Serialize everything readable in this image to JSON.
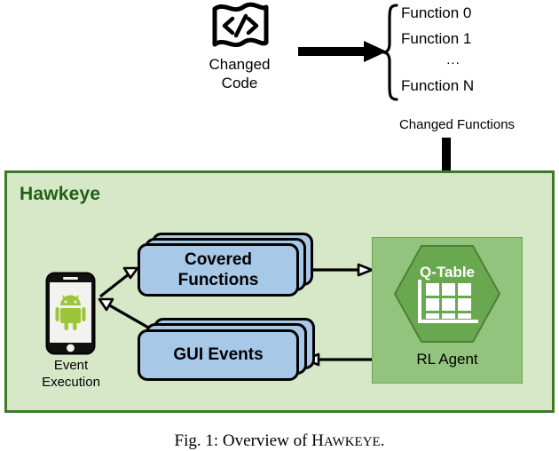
{
  "figure": {
    "caption_prefix": "Fig. 1: Overview of ",
    "caption_system_first": "H",
    "caption_system_rest": "AWKEYE",
    "caption_suffix": "."
  },
  "top": {
    "code_icon": "code-document-icon",
    "changed_code_label_line1": "Changed",
    "changed_code_label_line2": "Code",
    "arrow_right": "arrow-right-icon",
    "brace": "left-curly-brace",
    "functions": [
      "Function 0",
      "Function 1",
      "...",
      "Function N"
    ],
    "changed_functions_label": "Changed Functions",
    "arrow_down": "arrow-down-icon"
  },
  "hawkeye": {
    "title": "Hawkeye",
    "panel_bg": "#d6e8c8",
    "panel_border": "#3c7a28",
    "title_color": "#1f6012",
    "phone": {
      "icon": "android-phone-icon",
      "label_line1": "Event",
      "label_line2": "Execution"
    },
    "covered_functions": {
      "label_line1": "Covered",
      "label_line2": "Functions",
      "card_fill": "#a8c8e8",
      "stack_count": 3
    },
    "gui_events": {
      "label": "GUI Events",
      "card_fill": "#a8c8e8",
      "stack_count": 3
    },
    "rl_agent": {
      "label": "RL Agent",
      "qtable_label": "Q-Table",
      "box_fill": "#93c47d",
      "hex_fill": "#6aa84f",
      "grid_rows": 3,
      "grid_cols": 3
    }
  }
}
